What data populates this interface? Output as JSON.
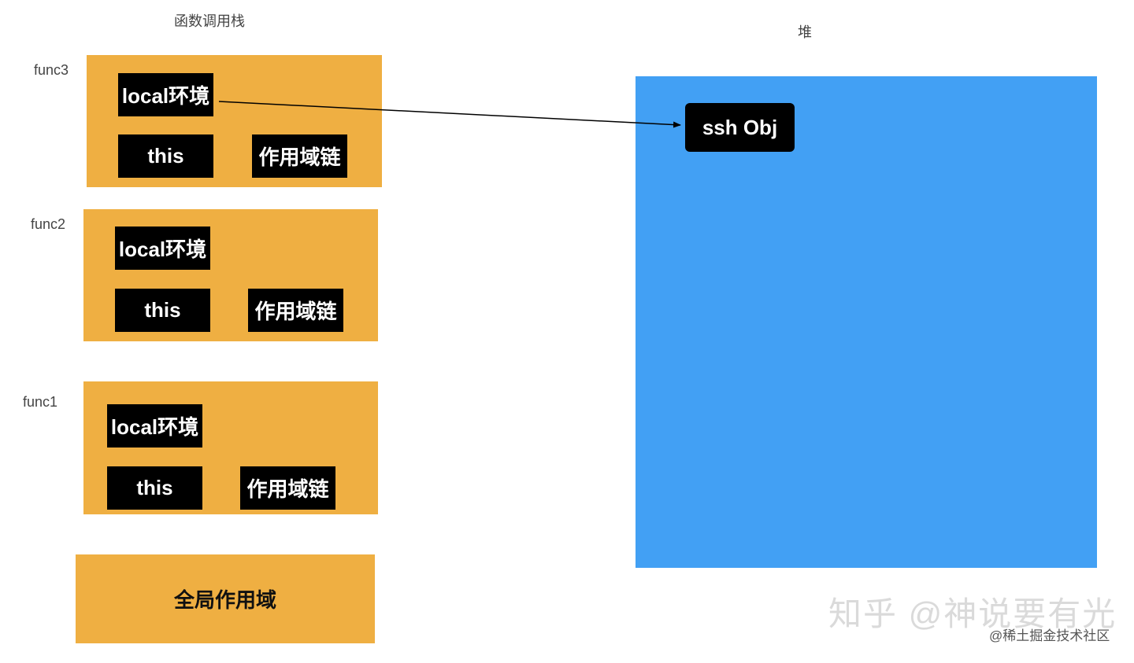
{
  "stack_title": "函数调用栈",
  "heap_title": "堆",
  "frames": [
    {
      "name": "func3",
      "local": "local环境",
      "this": "this",
      "scope_chain": "作用域链"
    },
    {
      "name": "func2",
      "local": "local环境",
      "this": "this",
      "scope_chain": "作用域链"
    },
    {
      "name": "func1",
      "local": "local环境",
      "this": "this",
      "scope_chain": "作用域链"
    }
  ],
  "global_scope": "全局作用域",
  "heap_object": "ssh Obj",
  "colors": {
    "frame": "#EFAF42",
    "heap": "#42A0F4",
    "box": "#000000",
    "box_text": "#FFFFFF",
    "arrow": "#000000"
  },
  "watermark": {
    "zhihu": "知乎 @神说要有光",
    "juejin": "@稀土掘金技术社区"
  }
}
